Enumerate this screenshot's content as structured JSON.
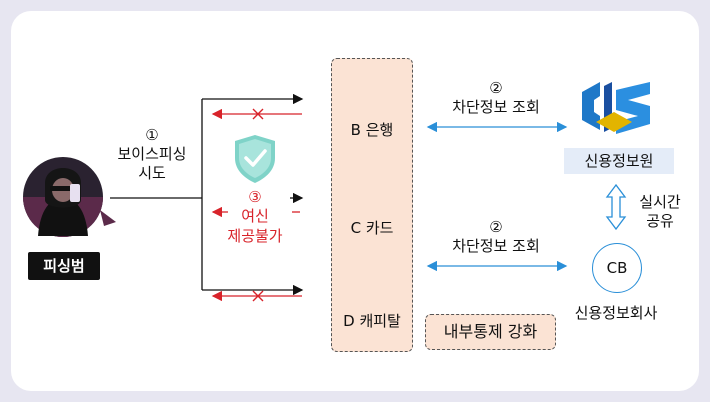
{
  "diagram": {
    "attempt": {
      "num": "①",
      "line1": "보이스피싱",
      "line2": "시도"
    },
    "phisher": {
      "label": "피싱범"
    },
    "block": {
      "num": "③",
      "line1": "여신",
      "line2": "제공불가"
    },
    "institutions": [
      "B 은행",
      "C 카드",
      "D 캐피탈"
    ],
    "query_top": {
      "num": "②",
      "label": "차단정보 조회"
    },
    "query_bottom": {
      "num": "②",
      "label": "차단정보 조회"
    },
    "kcis": {
      "logo_text": "CIS",
      "label": "신용정보원"
    },
    "share": {
      "line1": "실시간",
      "line2": "공유"
    },
    "cb": {
      "circle": "CB",
      "label": "신용정보회사"
    },
    "internal_control": "내부통제 강화",
    "colors": {
      "blue_arrow": "#2a8fd8",
      "red": "#d8232a",
      "box_fill": "#fbe3d4",
      "shield": "#7fd3c8"
    }
  }
}
